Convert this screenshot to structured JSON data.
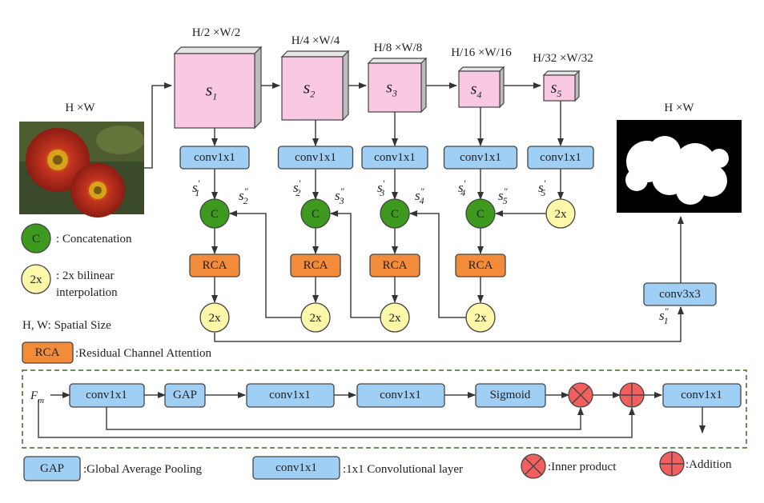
{
  "colors": {
    "conv": "#9fcff5",
    "pink": "#f9c8e1",
    "rca": "#f28c3a",
    "concat": "#3d9a1f",
    "interp": "#fdf8a9",
    "inner": "#f25f5c",
    "add": "#f25f5c",
    "dash": "#3d6b21",
    "stroke": "#444444"
  },
  "input": {
    "size_label": "H ×W"
  },
  "output": {
    "size_label": "H ×W"
  },
  "stages": [
    {
      "size_label": "H/2 ×W/2",
      "feature": "s",
      "sub": "1"
    },
    {
      "size_label": "H/4 ×W/4",
      "feature": "s",
      "sub": "2"
    },
    {
      "size_label": "H/8 ×W/8",
      "feature": "s",
      "sub": "3"
    },
    {
      "size_label": "H/16 ×W/16",
      "feature": "s",
      "sub": "4"
    },
    {
      "size_label": "H/32 ×W/32",
      "feature": "s",
      "sub": "5"
    }
  ],
  "labels": {
    "conv1x1": "conv1x1",
    "conv3x3": "conv3x3",
    "concat_c": "C",
    "interp_2x": "2x",
    "rca": "RCA",
    "gap": "GAP",
    "sigmoid": "Sigmoid",
    "fm": "F",
    "fm_sub": "m",
    "s_prime": [
      "s′1",
      "s′2",
      "s′3",
      "s′4",
      "s′5"
    ],
    "s_double": [
      "s″2",
      "s″3",
      "s″4",
      "s″5",
      "s″1"
    ]
  },
  "legend": {
    "concatenation": ": Concatenation",
    "interp_line1": ": 2x bilinear",
    "interp_line2": "interpolation",
    "spatial": "H, W: Spatial Size",
    "rca": ":Residual Channel Attention",
    "gap": ":Global Average Pooling",
    "conv": ":1x1 Convolutional layer",
    "inner": ":Inner product",
    "addition": ":Addition"
  }
}
